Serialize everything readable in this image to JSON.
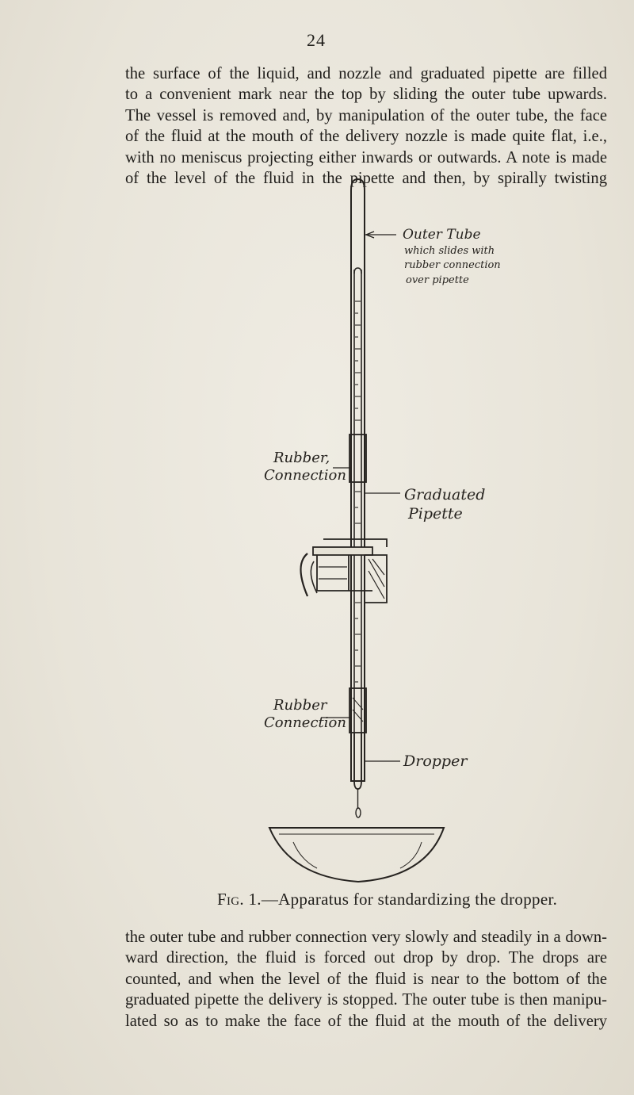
{
  "page": {
    "number": "24"
  },
  "text_top": {
    "lines": [
      "the surface of the liquid, and nozzle and graduated pipette are filled",
      "to a convenient mark near the top by sliding the outer tube upwards.",
      "The vessel is removed and, by manipulation of the outer tube, the face",
      "of the fluid at the mouth of the delivery nozzle is made quite flat, i.e.,",
      "with no meniscus projecting either inwards or outwards. A note is made",
      "of the level of the fluid in the pipette and then, by spirally twisting"
    ]
  },
  "figure": {
    "labels": {
      "outer_tube_1": "Outer Tube",
      "outer_tube_2": "which slides with",
      "outer_tube_3": "rubber connection",
      "outer_tube_4": "over pipette",
      "rubber_top_1": "Rubber,",
      "rubber_top_2": "Connection",
      "graduated_1": "Graduated",
      "graduated_2": "Pipette",
      "rubber_bottom_1": "Rubber",
      "rubber_bottom_2": "Connection",
      "dropper": "Dropper"
    },
    "caption": {
      "prefix": "Fig. 1.",
      "text": "—Apparatus for standardizing the dropper."
    }
  },
  "text_bottom": {
    "lines": [
      "the outer tube and rubber connection very slowly and steadily in a down-",
      "ward direction, the fluid is forced out drop by drop. The drops are",
      "counted, and when the level of the fluid is near to the bottom of the",
      "graduated pipette the delivery is stopped. The outer tube is then manipu-",
      "lated so as to make the face of the fluid at the mouth of the delivery"
    ]
  }
}
